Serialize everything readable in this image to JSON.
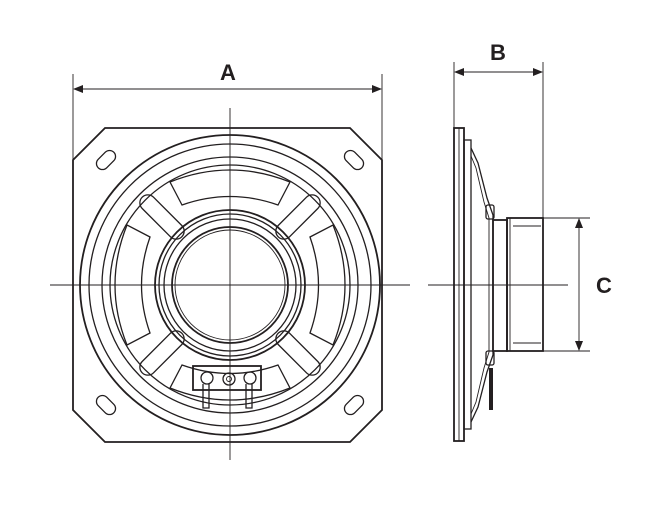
{
  "dimensions": {
    "a": "A",
    "b": "B",
    "c": "C"
  },
  "colors": {
    "line": "#231f20",
    "background": "#ffffff"
  }
}
